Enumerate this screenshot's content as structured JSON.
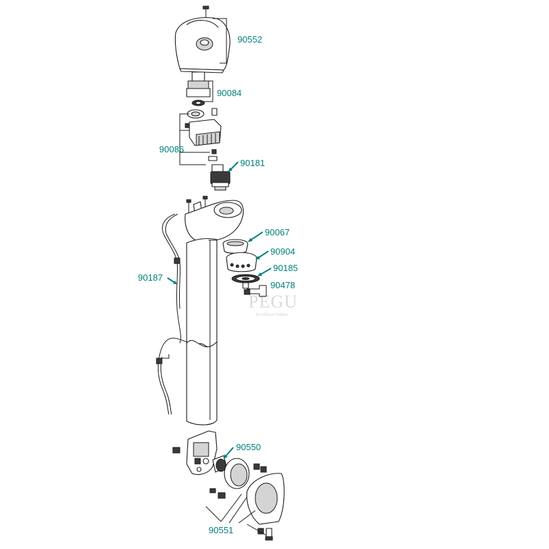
{
  "colors": {
    "label": "#00807a",
    "arrow": "#00807a",
    "line": "#1a1a1a",
    "watermark": "#d9d9d9"
  },
  "watermark": {
    "text": "PEGU",
    "tagline": "Excellence Endless"
  },
  "parts": [
    {
      "id": "p90552",
      "number": "90552"
    },
    {
      "id": "p90084",
      "number": "90084"
    },
    {
      "id": "p90086",
      "number": "90086"
    },
    {
      "id": "p90181",
      "number": "90181"
    },
    {
      "id": "p90067",
      "number": "90067"
    },
    {
      "id": "p90904",
      "number": "90904"
    },
    {
      "id": "p90185",
      "number": "90185"
    },
    {
      "id": "p90478",
      "number": "90478"
    },
    {
      "id": "p90187",
      "number": "90187"
    },
    {
      "id": "p90550",
      "number": "90550"
    },
    {
      "id": "p90551",
      "number": "90551"
    }
  ]
}
